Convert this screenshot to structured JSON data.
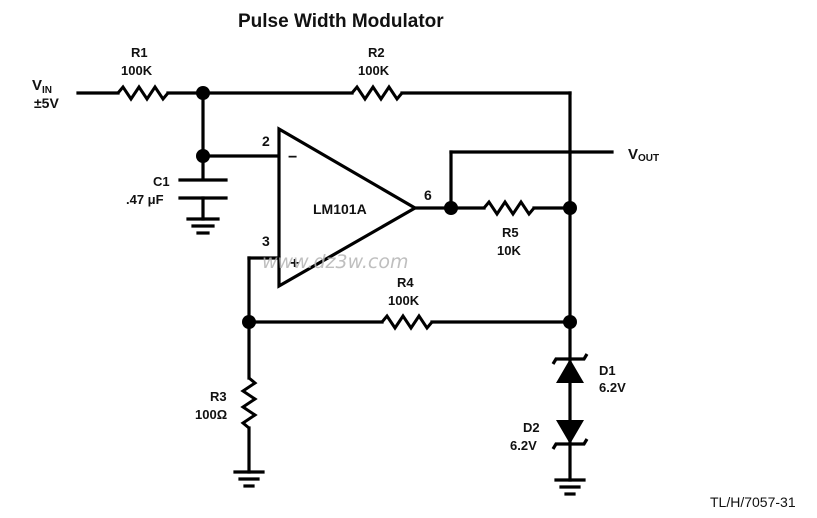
{
  "title": "Pulse Width Modulator",
  "reference": "TL/H/7057-31",
  "watermark": "www.dz3w.com",
  "input": {
    "label_main": "V",
    "label_sub": "IN",
    "range": "±5V"
  },
  "output": {
    "label_main": "V",
    "label_sub": "OUT"
  },
  "opamp": {
    "name": "LM101A",
    "pin_inverting": "2",
    "pin_noninverting": "3",
    "pin_output": "6",
    "inverting_sign": "−",
    "noninverting_sign": "+"
  },
  "components": {
    "R1": {
      "ref": "R1",
      "value": "100K"
    },
    "R2": {
      "ref": "R2",
      "value": "100K"
    },
    "R3": {
      "ref": "R3",
      "value": "100Ω"
    },
    "R4": {
      "ref": "R4",
      "value": "100K"
    },
    "R5": {
      "ref": "R5",
      "value": "10K"
    },
    "C1": {
      "ref": "C1",
      "value": ".47 μF"
    },
    "D1": {
      "ref": "D1",
      "value": "6.2V"
    },
    "D2": {
      "ref": "D2",
      "value": "6.2V"
    }
  }
}
